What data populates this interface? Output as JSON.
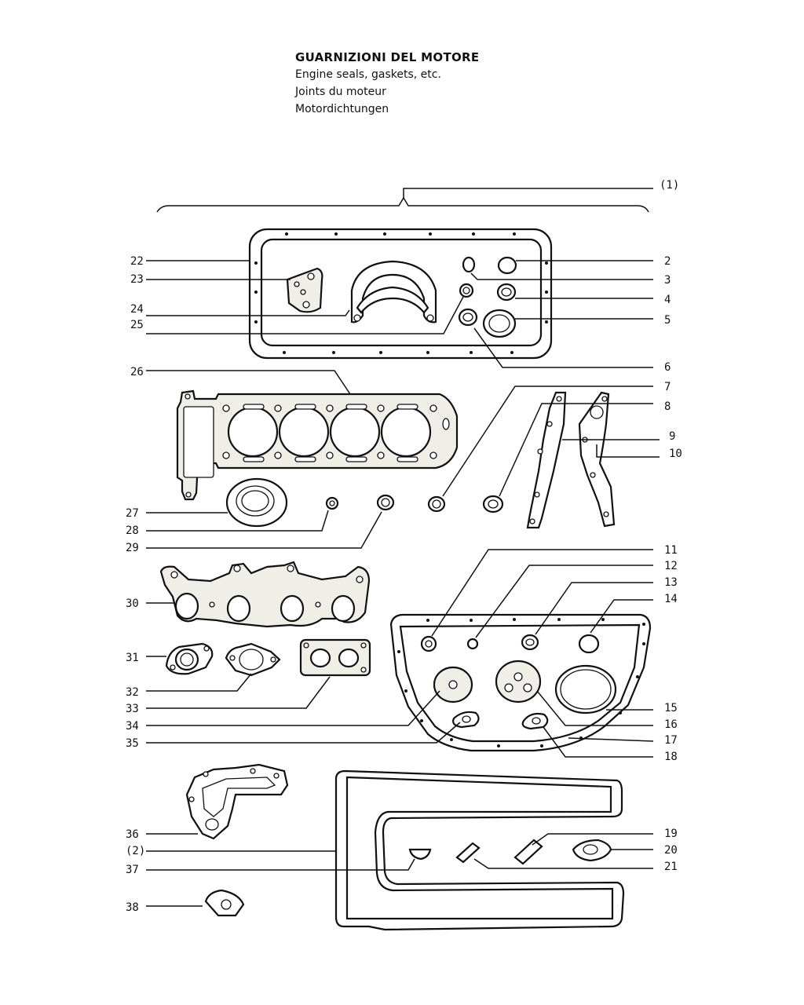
{
  "header": {
    "title": "GUARNIZIONI DEL MOTORE",
    "subtitle_en": "Engine seals, gaskets, etc.",
    "subtitle_fr": "Joints du moteur",
    "subtitle_de": "Motordichtungen"
  },
  "callouts": {
    "n1": "(1)",
    "n2": "2",
    "n3": "3",
    "n4": "4",
    "n5": "5",
    "n6": "6",
    "n7": "7",
    "n8": "8",
    "n9": "9",
    "n10": "10",
    "n11": "11",
    "n12": "12",
    "n13": "13",
    "n14": "14",
    "n15": "15",
    "n16": "16",
    "n17": "17",
    "n18": "18",
    "n19": "19",
    "n20": "20",
    "n21": "21",
    "n22": "22",
    "n23": "23",
    "n24": "24",
    "n25": "25",
    "n26": "26",
    "n27": "27",
    "n28": "28",
    "n29": "29",
    "n30": "30",
    "n31": "31",
    "n32": "32",
    "n33": "33",
    "n34": "34",
    "n35": "35",
    "n36": "36",
    "p2": "(2)",
    "n37": "37",
    "n38": "38"
  }
}
